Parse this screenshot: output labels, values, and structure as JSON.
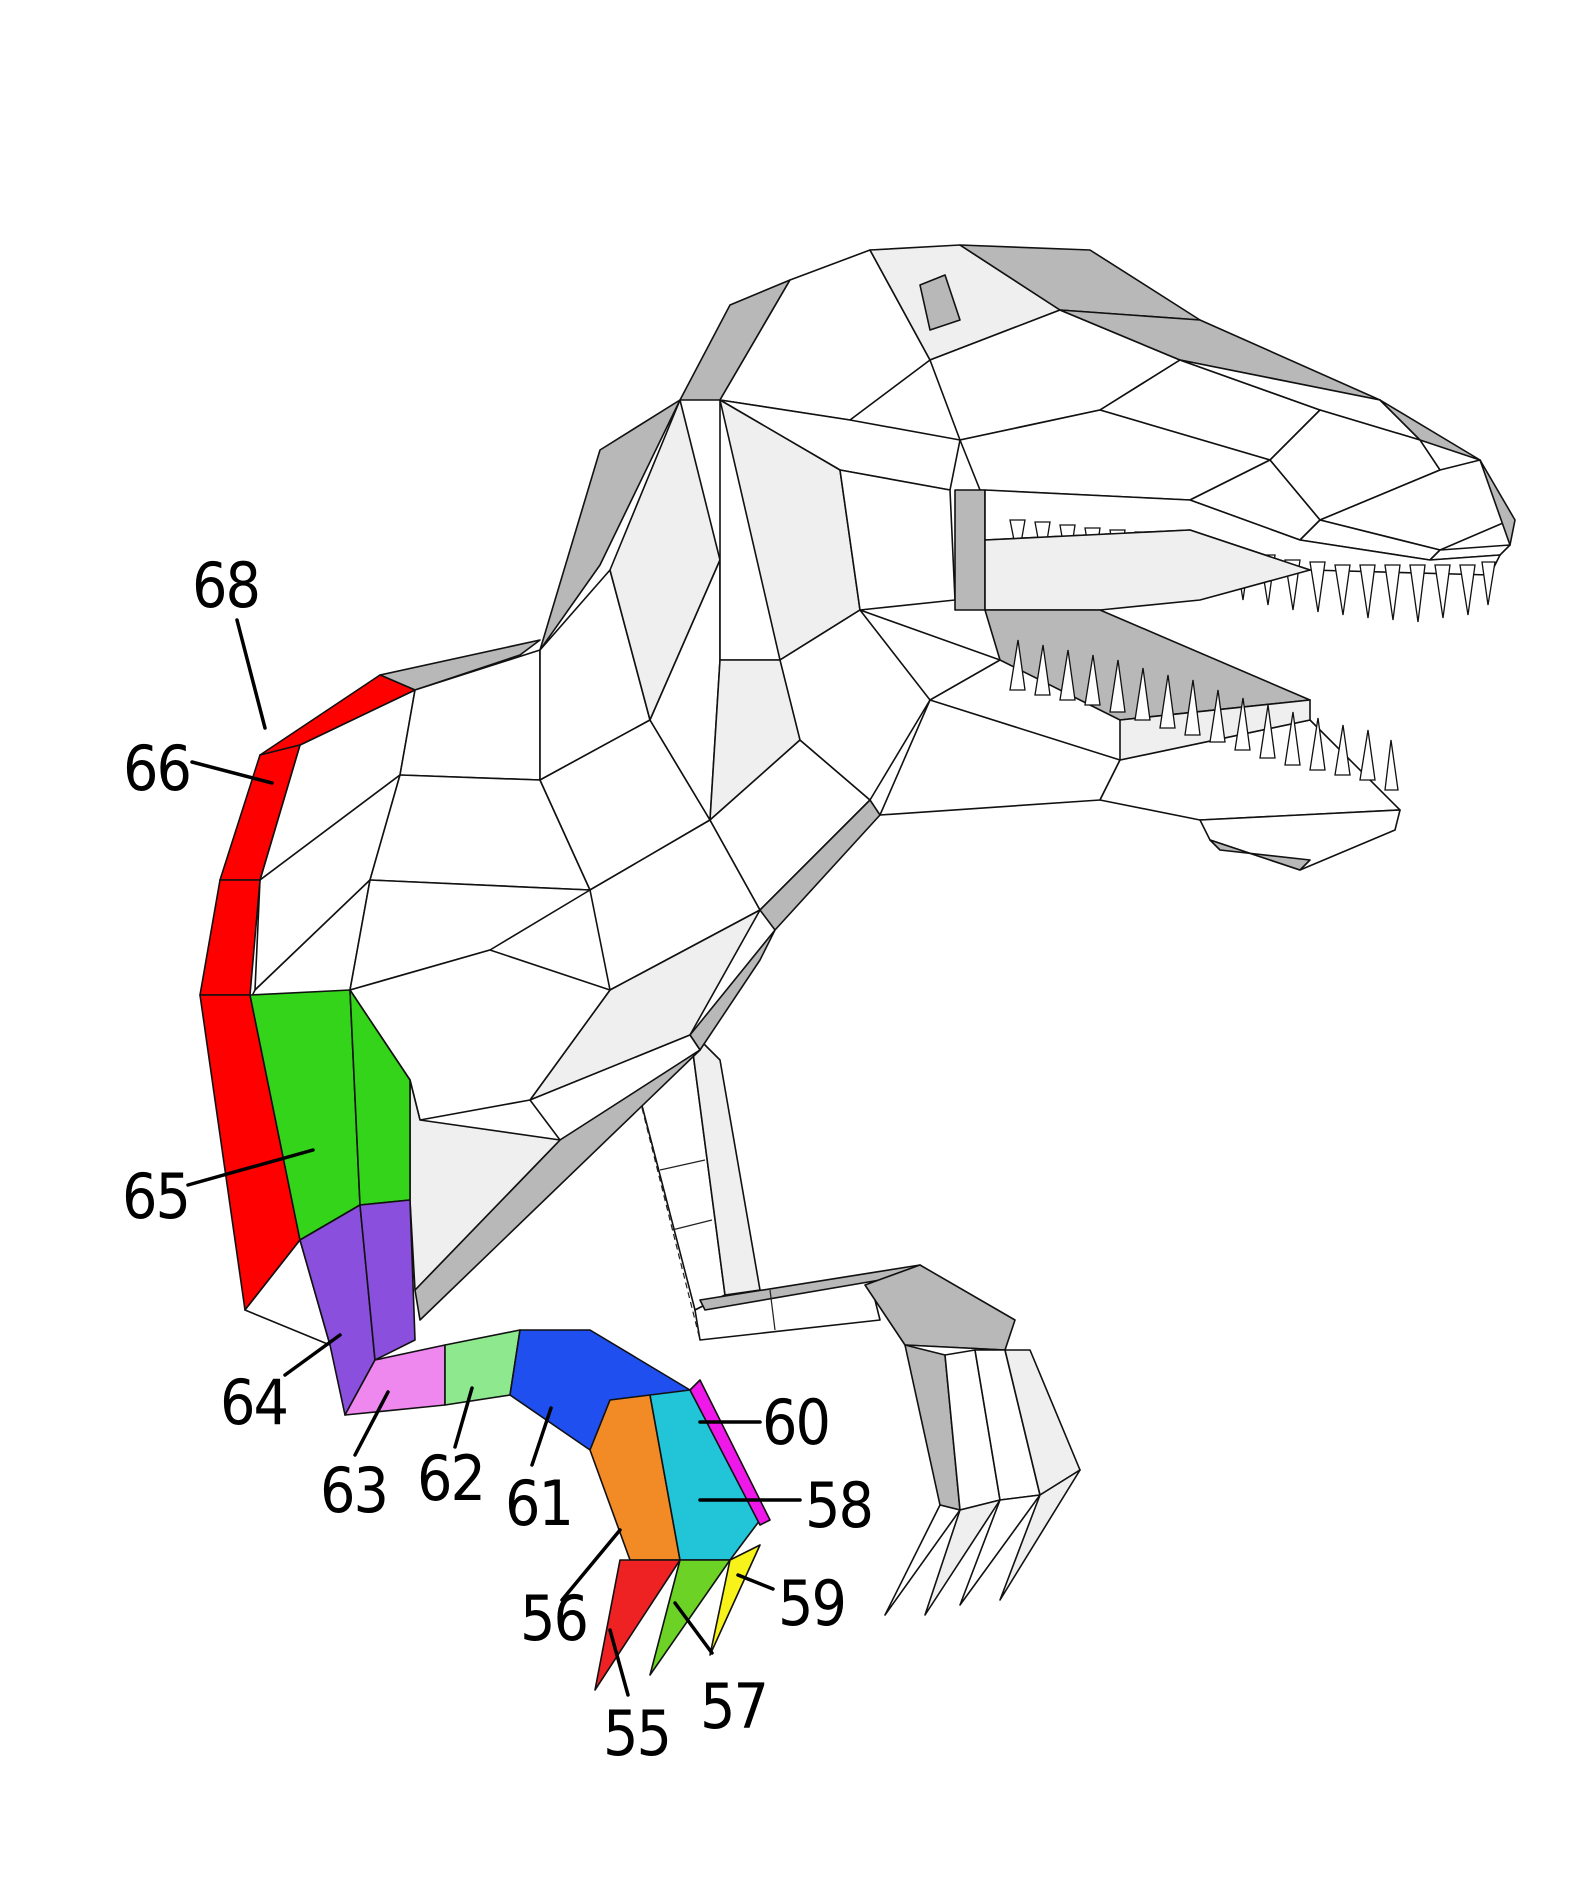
{
  "diagram": {
    "parts": [
      {
        "id": "55",
        "color": "#ee2222"
      },
      {
        "id": "56",
        "color": "#f28a25"
      },
      {
        "id": "57",
        "color": "#6cd326"
      },
      {
        "id": "58",
        "color": "#22c4d8"
      },
      {
        "id": "59",
        "color": "#f6f21a"
      },
      {
        "id": "60",
        "color": "#ee18e8"
      },
      {
        "id": "61",
        "color": "#1f4fee"
      },
      {
        "id": "62",
        "color": "#8ee88e"
      },
      {
        "id": "63",
        "color": "#ee88ee"
      },
      {
        "id": "64",
        "color": "#8a4fdc"
      },
      {
        "id": "65",
        "color": "#33d41a"
      },
      {
        "id": "66",
        "color": "#ff0000"
      },
      {
        "id": "68",
        "color": "#ff0000"
      }
    ],
    "model_colors": {
      "white": "#ffffff",
      "light": "#efefef",
      "shade": "#b8b8b8",
      "dark": "#9a9a9a"
    }
  }
}
